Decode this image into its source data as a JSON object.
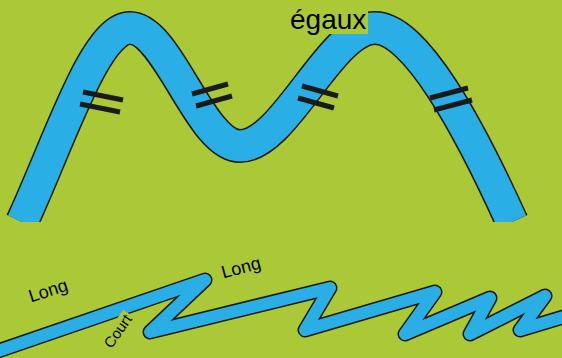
{
  "diagram": {
    "labels": [
      "égaux",
      "Long",
      "Court",
      "Long"
    ]
  }
}
